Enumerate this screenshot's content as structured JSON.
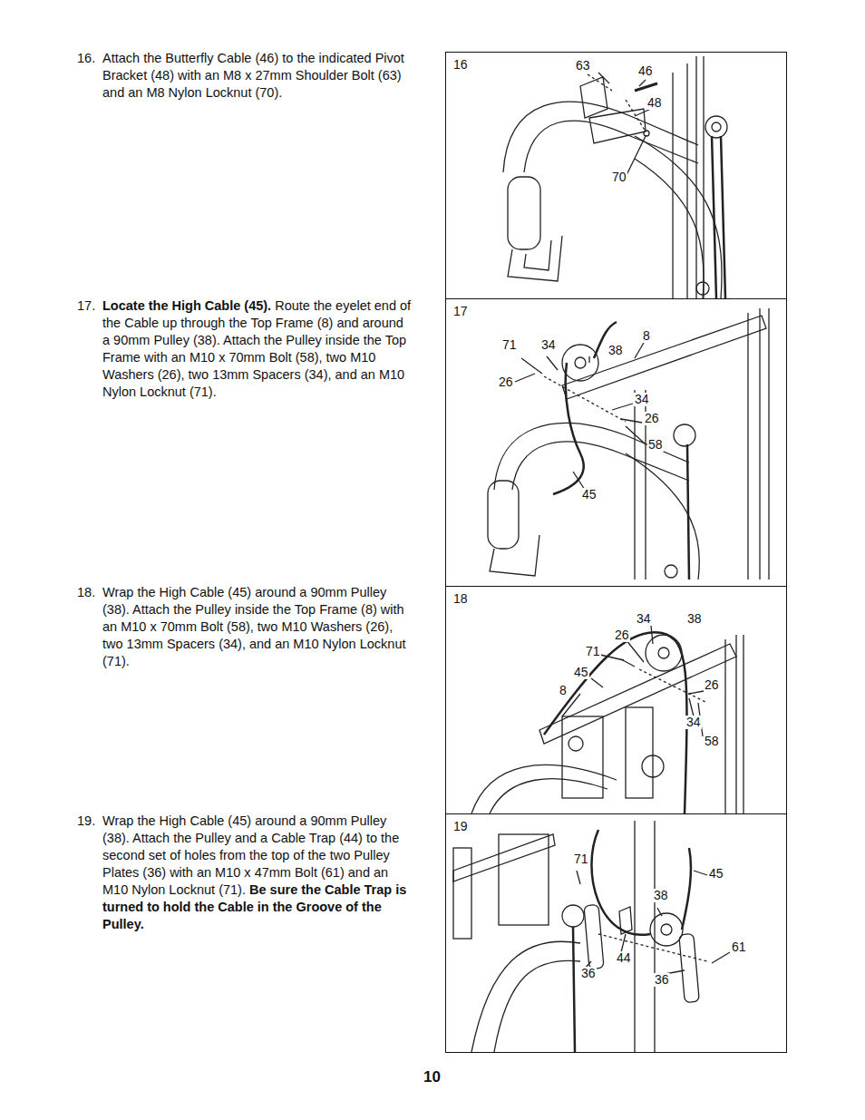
{
  "diagram": {
    "nodes": [
      {
        "text": [
          "16"
        ]
      },
      {
        "text": [
          "17"
        ]
      },
      {
        "text": [
          "18"
        ]
      },
      {
        "text": [
          "19"
        ]
      }
    ],
    "edges": [],
    "labels": [
      "16.",
      "Attach the Butterfly Cable (46) to the indicated Pivot Bracket (48) with an M8 x 27mm Shoulder Bolt (63) and an M8 Nylon Locknut (70).",
      "17.",
      "Locate the High Cable (45).",
      "Route the eyelet end of the Cable up through the Top Frame (8) and around a 90mm Pulley (38). Attach the Pulley inside the Top Frame with an M10 x 70mm Bolt (58), two M10 Washers (26), two 13mm Spacers (34), and an M10 Nylon Locknut (71).",
      "18.",
      "Wrap the High Cable (45) around a 90mm Pulley (38). Attach the Pulley inside the Top Frame (8) with an M10 x 70mm Bolt (58), two M10 Washers (26), two 13mm Spacers (34), and an M10 Nylon Locknut (71).",
      "19.",
      "Wrap the High Cable (45) around a 90mm Pulley (38). Attach the Pulley and a Cable Trap (44) to the second set of holes from the top of the two Pulley Plates (36) with an M10 x 47mm Bolt (61) and an M10 Nylon Locknut (71).",
      "Be sure the Cable Trap is turned to hold the Cable in the Groove of the Pulley.",
      "63",
      "46",
      "48",
      "70",
      "71",
      "34",
      "38",
      "8",
      "26",
      "34",
      "26",
      "58",
      "45",
      "34",
      "38",
      "26",
      "71",
      "45",
      "26",
      "8",
      "34",
      "58",
      "71",
      "45",
      "38",
      "61",
      "44",
      "36",
      "36",
      "10"
    ]
  }
}
